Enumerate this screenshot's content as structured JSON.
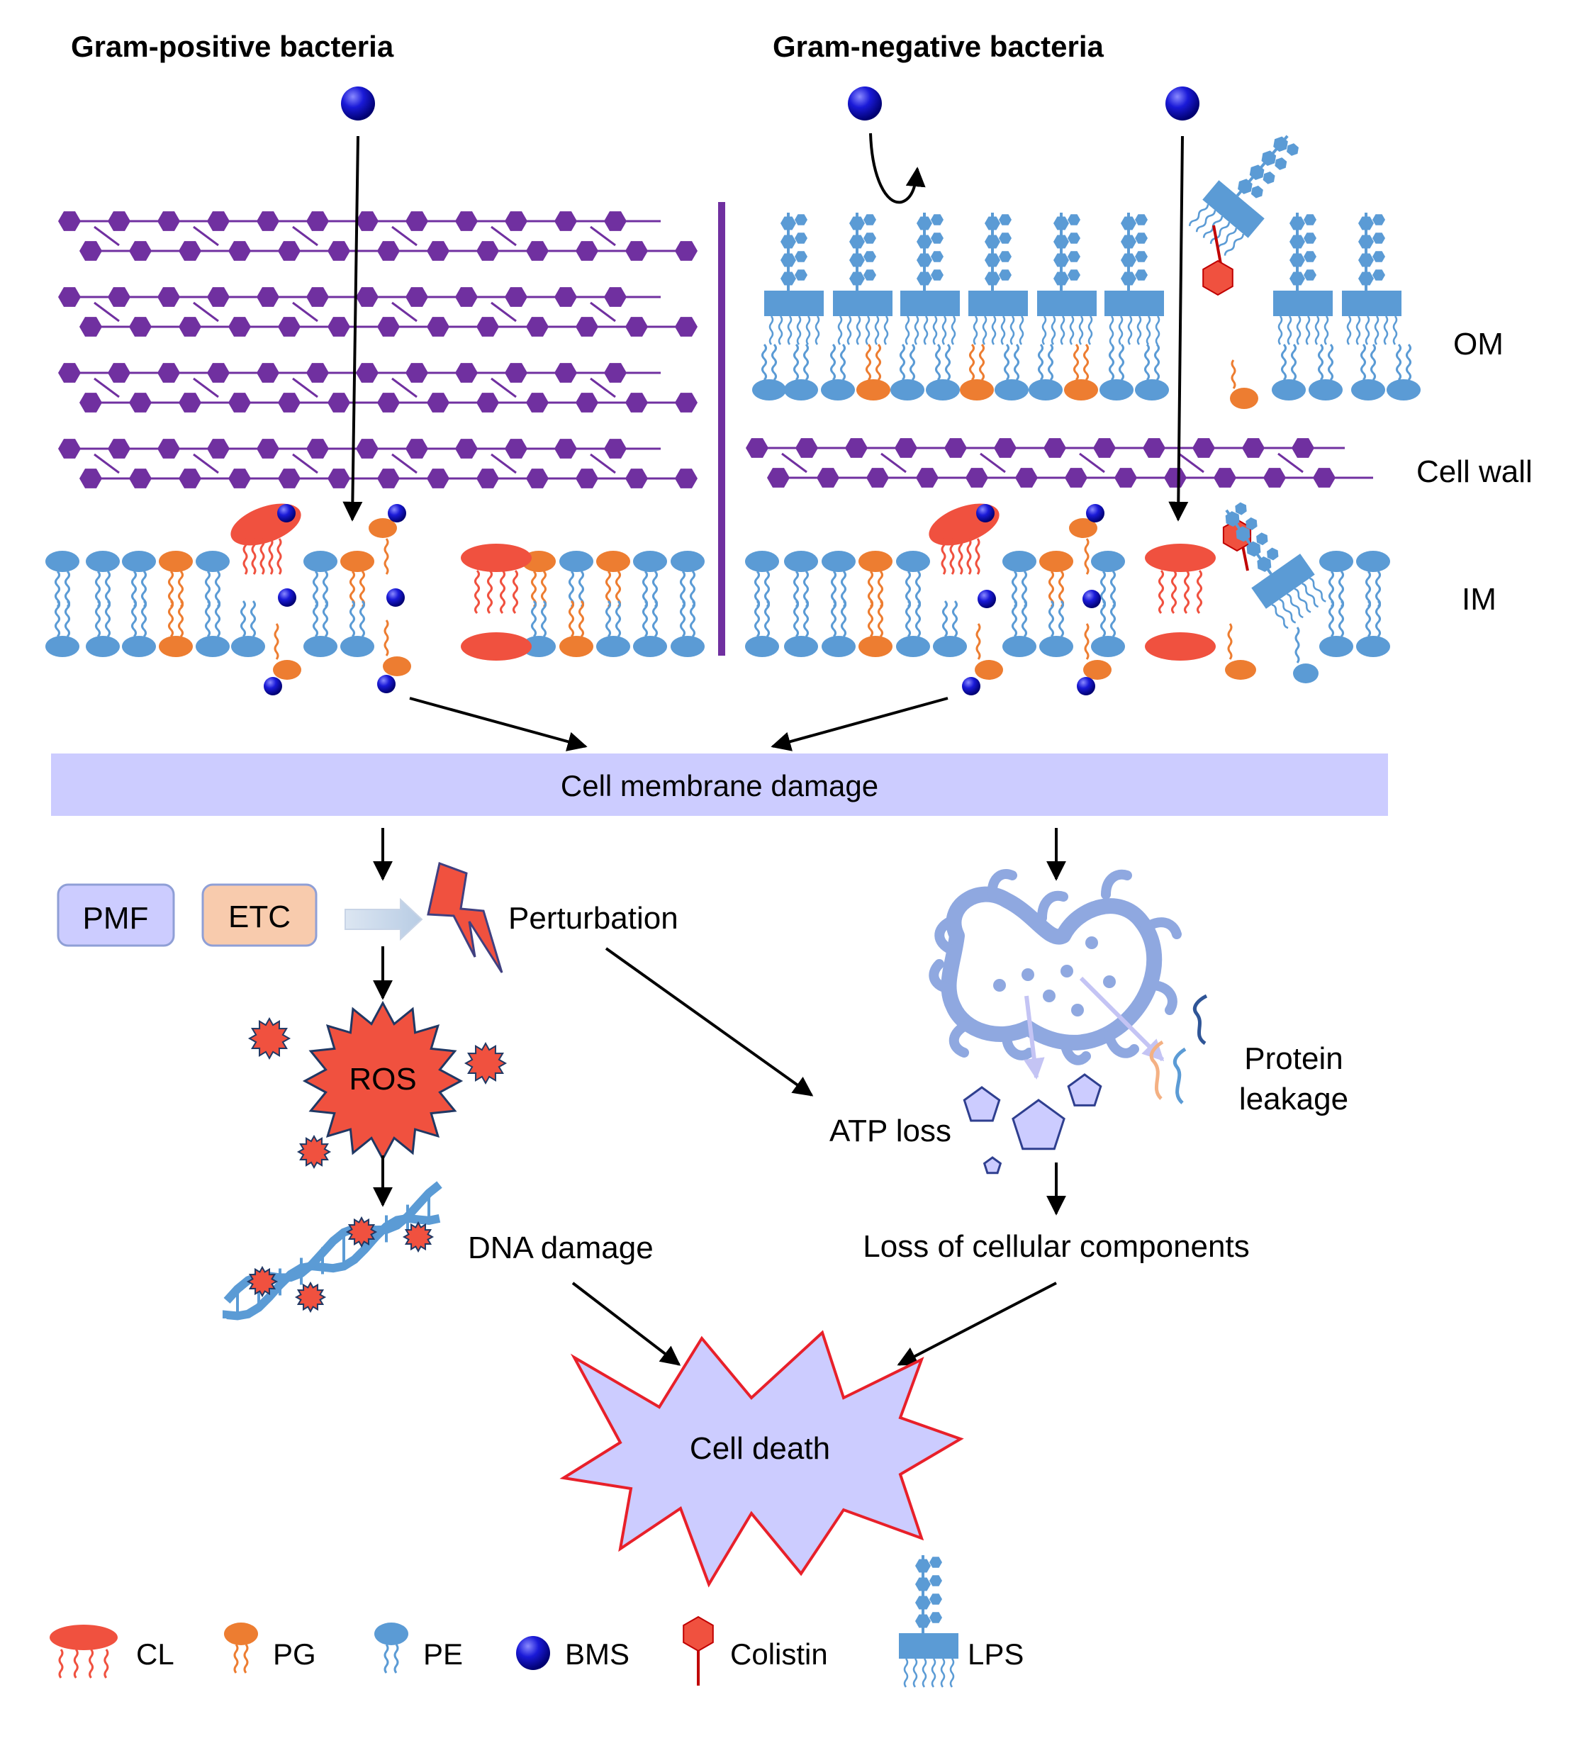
{
  "headers": {
    "gram_positive": "Gram-positive bacteria",
    "gram_negative": "Gram-negative bacteria"
  },
  "layers": {
    "om": "OM",
    "cell_wall": "Cell wall",
    "im": "IM"
  },
  "flow": {
    "membrane_damage": "Cell membrane damage",
    "pmf": "PMF",
    "etc": "ETC",
    "perturbation": "Perturbation",
    "ros": "ROS",
    "dna_damage": "DNA damage",
    "atp_loss": "ATP loss",
    "protein_leakage_line1": "Protein",
    "protein_leakage_line2": "leakage",
    "loss_components": "Loss of cellular components",
    "cell_death": "Cell death"
  },
  "legend": {
    "cl": "CL",
    "pg": "PG",
    "pe": "PE",
    "bms": "BMS",
    "colistin": "Colistin",
    "lps": "LPS"
  },
  "colors": {
    "peptidoglycan": "#7030a0",
    "pe": "#5b9bd5",
    "pg": "#ed7d31",
    "cl": "#f0513f",
    "bms": "#1010c8",
    "membrane_band": "#ccccff",
    "pmf_fill": "#ccccff",
    "etc_fill": "#f8cbad",
    "ros": "#f0513f",
    "cell_death_fill": "#ccccff",
    "cell_death_stroke": "#e8202a",
    "bacterium": "#8fa8e0"
  },
  "icons": {
    "lightning": "lightning-bolt-icon",
    "bacterium": "lysed-bacterium-icon",
    "dna": "dna-helix-icon"
  }
}
